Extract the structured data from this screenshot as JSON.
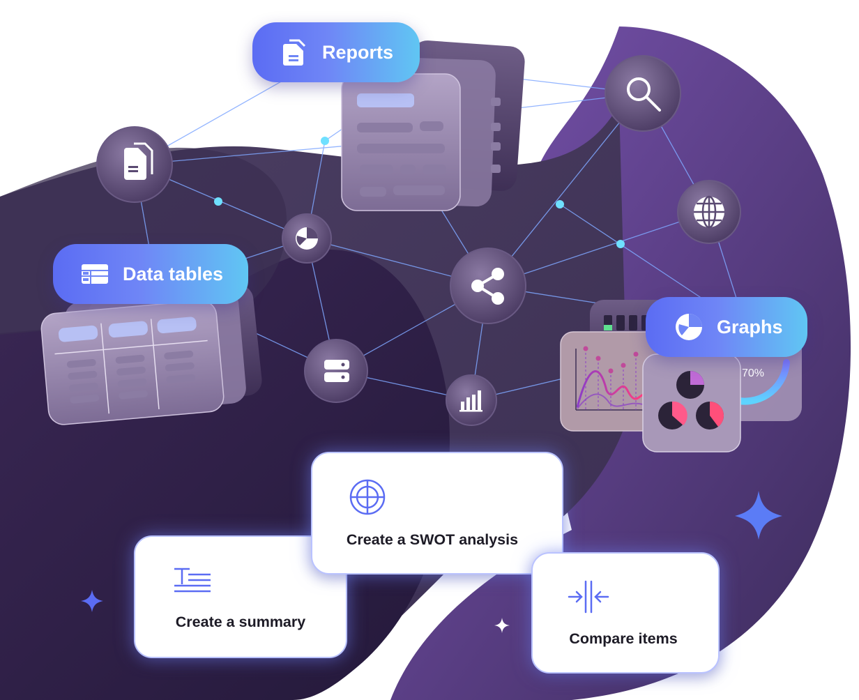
{
  "pills": {
    "reports": "Reports",
    "data_tables": "Data tables",
    "graphs": "Graphs"
  },
  "cards": {
    "swot": "Create a SWOT analysis",
    "summary": "Create a summary",
    "compare": "Compare items"
  },
  "gauge_value": "70%",
  "icons": {
    "reports": "document-stack-icon",
    "data_tables": "table-icon",
    "graphs": "pie-chart-icon",
    "search": "search-icon",
    "globe": "globe-icon",
    "share": "share-icon",
    "server": "server-icon",
    "bar_chart": "bar-chart-icon",
    "files": "files-icon",
    "swot": "target-icon",
    "summary": "text-summary-icon",
    "compare": "compare-arrows-icon"
  },
  "colors": {
    "accent_blue": "#5b6cf3",
    "accent_cyan": "#60c6f3",
    "blob_light": "#5d3f91",
    "blob_dark": "#2e1f47",
    "node_dot": "#6fe0ff"
  }
}
